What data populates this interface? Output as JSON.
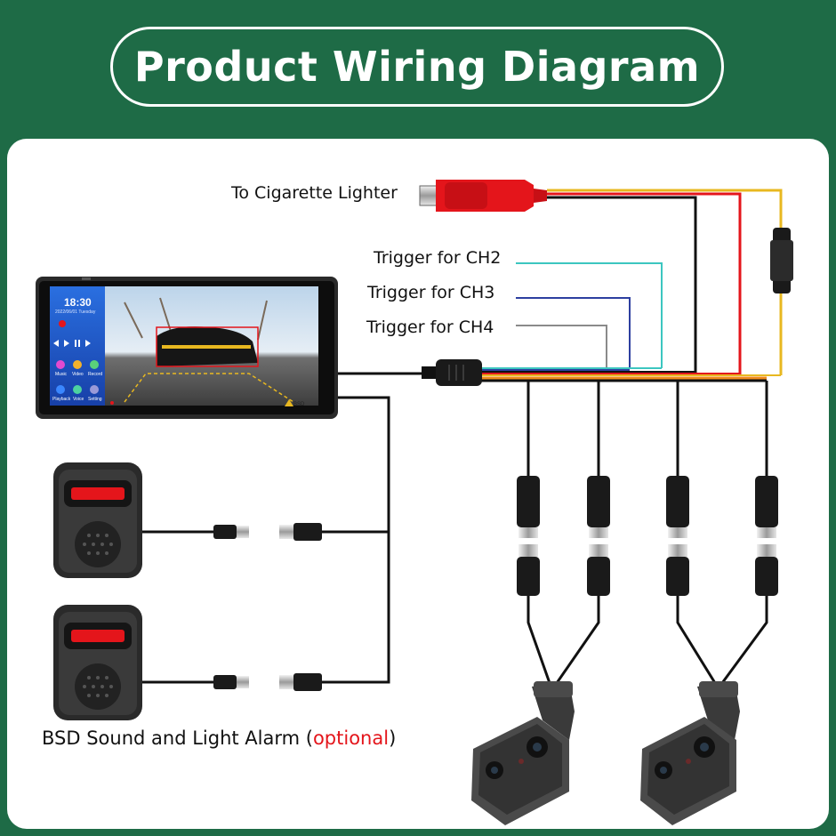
{
  "title": "Product Wiring Diagram",
  "labels": {
    "cigarette": "To Cigarette Lighter",
    "ch2": "Trigger for CH2",
    "ch3": "Trigger for CH3",
    "ch4": "Trigger for CH4"
  },
  "alarm": {
    "prefix": "BSD Sound and Light Alarm (",
    "optional": "optional",
    "suffix": ")"
  },
  "screen": {
    "time": "18:30",
    "date": "2022/06/01 Tuesday",
    "apps": [
      "Music",
      "Video",
      "Record",
      "Playback",
      "Voice",
      "Setting"
    ],
    "bsd_tag": "BSD"
  },
  "colors": {
    "background": "#1e6b46",
    "panel": "#ffffff",
    "wire_black": "#111111",
    "wire_red": "#e4151b",
    "wire_yellow": "#e8b820",
    "wire_orange": "#f08a1c",
    "wire_cyan": "#3cc6c0",
    "wire_blue": "#2d3fa0",
    "wire_grey": "#8a8a8a",
    "optional_text": "#e4151b"
  }
}
